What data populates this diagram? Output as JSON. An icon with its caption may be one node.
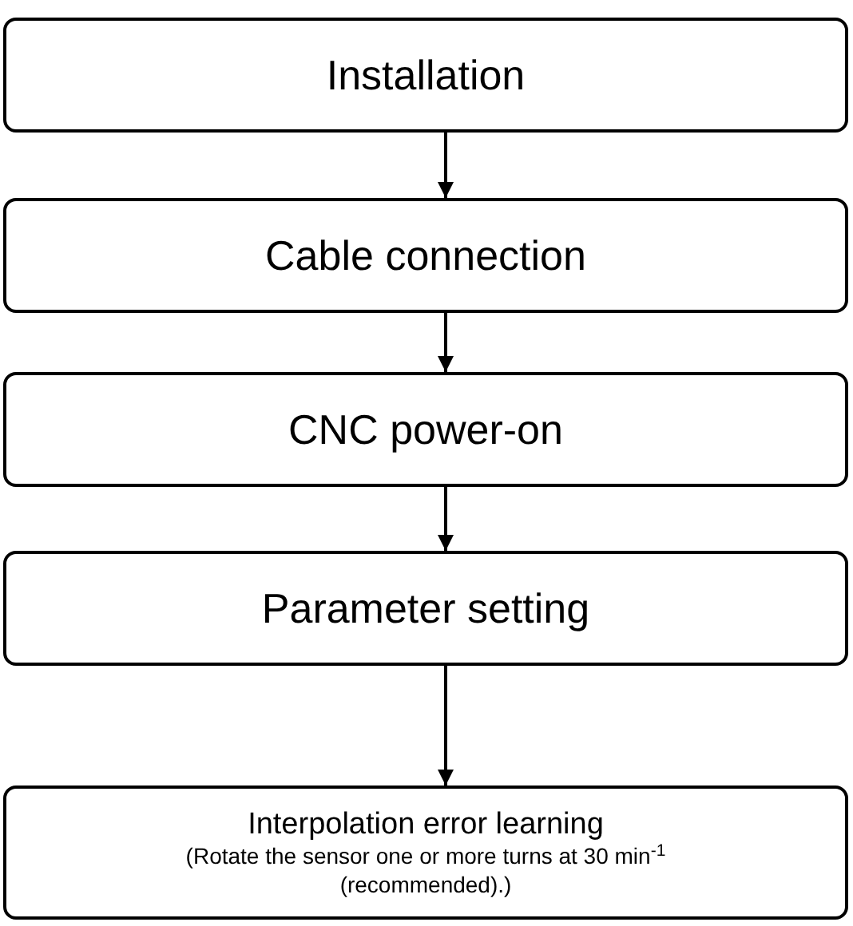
{
  "diagram": {
    "nodes": [
      {
        "text": [
          "Installation"
        ]
      },
      {
        "text": [
          "Cable connection"
        ]
      },
      {
        "text": [
          "CNC power-on"
        ]
      },
      {
        "text": [
          "Parameter setting"
        ]
      },
      {
        "text": [
          "Interpolation error learning",
          "(Rotate the sensor one or more turns at 30 min$^{-1}$ (recommended).)"
        ]
      }
    ],
    "edges": [
      {
        "from": 0,
        "to": 1,
        "arrow": "to"
      },
      {
        "from": 1,
        "to": 2,
        "arrow": "to"
      },
      {
        "from": 2,
        "to": 3,
        "arrow": "to"
      },
      {
        "from": 3,
        "to": 4,
        "arrow": "to"
      }
    ]
  }
}
